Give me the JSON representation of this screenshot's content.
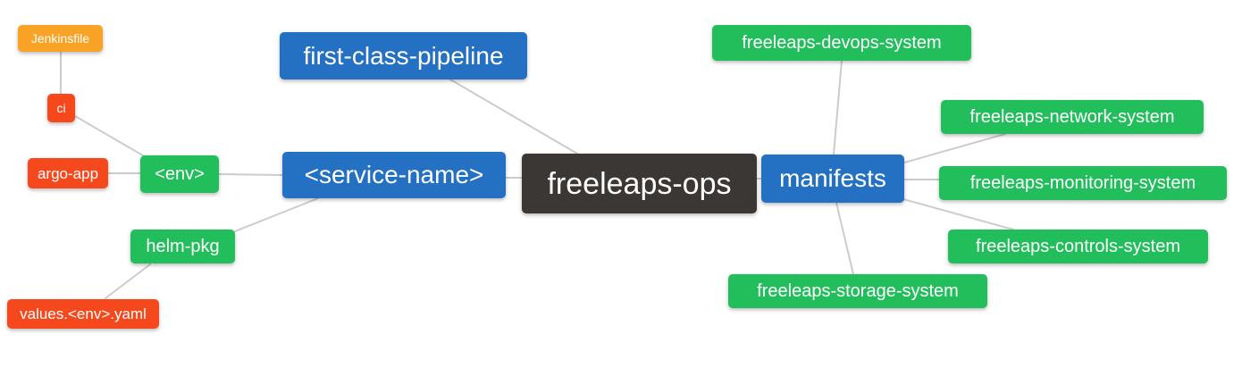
{
  "diagram": {
    "type": "mindmap",
    "root": "freeleaps-ops",
    "background": "#ffffff",
    "edge_color": "#cccccc",
    "palette": {
      "root_dark": "#3b3735",
      "branch_blue": "#2470c2",
      "leaf_green": "#22be5c",
      "leaf_red": "#f5491d",
      "leaf_amber": "#f9a326"
    },
    "nodes": [
      {
        "id": "jenkinsfile",
        "label": "Jenkinsfile",
        "color": "amber"
      },
      {
        "id": "ci",
        "label": "ci",
        "color": "red"
      },
      {
        "id": "argo-app",
        "label": "argo-app",
        "color": "red"
      },
      {
        "id": "env",
        "label": "<env>",
        "color": "green"
      },
      {
        "id": "helm-pkg",
        "label": "helm-pkg",
        "color": "green"
      },
      {
        "id": "values-env-yaml",
        "label": "values.<env>.yaml",
        "color": "red"
      },
      {
        "id": "first-class-pipeline",
        "label": "first-class-pipeline",
        "color": "blue"
      },
      {
        "id": "service-name",
        "label": "<service-name>",
        "color": "blue"
      },
      {
        "id": "freeleaps-ops",
        "label": "freeleaps-ops",
        "color": "dark"
      },
      {
        "id": "manifests",
        "label": "manifests",
        "color": "blue"
      },
      {
        "id": "devops-system",
        "label": "freeleaps-devops-system",
        "color": "green"
      },
      {
        "id": "network-system",
        "label": "freeleaps-network-system",
        "color": "green"
      },
      {
        "id": "monitoring-system",
        "label": "freeleaps-monitoring-system",
        "color": "green"
      },
      {
        "id": "controls-system",
        "label": "freeleaps-controls-system",
        "color": "green"
      },
      {
        "id": "storage-system",
        "label": "freeleaps-storage-system",
        "color": "green"
      }
    ],
    "edges": [
      {
        "from": "jenkinsfile",
        "to": "ci"
      },
      {
        "from": "ci",
        "to": "env"
      },
      {
        "from": "argo-app",
        "to": "env"
      },
      {
        "from": "env",
        "to": "service-name"
      },
      {
        "from": "helm-pkg",
        "to": "service-name"
      },
      {
        "from": "values-env-yaml",
        "to": "helm-pkg"
      },
      {
        "from": "first-class-pipeline",
        "to": "freeleaps-ops"
      },
      {
        "from": "service-name",
        "to": "freeleaps-ops"
      },
      {
        "from": "freeleaps-ops",
        "to": "manifests"
      },
      {
        "from": "manifests",
        "to": "devops-system"
      },
      {
        "from": "manifests",
        "to": "network-system"
      },
      {
        "from": "manifests",
        "to": "monitoring-system"
      },
      {
        "from": "manifests",
        "to": "controls-system"
      },
      {
        "from": "manifests",
        "to": "storage-system"
      }
    ]
  }
}
